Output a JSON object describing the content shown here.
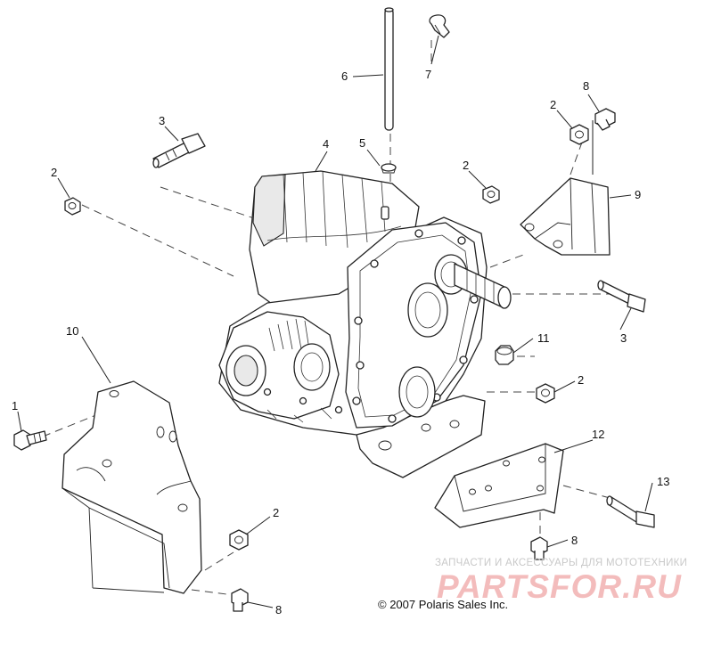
{
  "callouts": {
    "c1": "1",
    "c2a": "2",
    "c2b": "2",
    "c2c": "2",
    "c2d": "2",
    "c2e": "2",
    "c3a": "3",
    "c3b": "3",
    "c4": "4",
    "c5": "5",
    "c6": "6",
    "c7": "7",
    "c8a": "8",
    "c8b": "8",
    "c8c": "8",
    "c9": "9",
    "c10": "10",
    "c11": "11",
    "c12": "12",
    "c13": "13"
  },
  "copyright": "© 2007 Polaris Sales Inc.",
  "watermark": {
    "tagline": "ЗАПЧАСТИ И АКСЕССУАРЫ ДЛЯ МОТОТЕХНИКИ",
    "logo": "PARTSFOR.RU"
  },
  "colors": {
    "line": "#222222",
    "watermark_logo": "#f3bcbc",
    "watermark_text": "#c9c9c9"
  }
}
